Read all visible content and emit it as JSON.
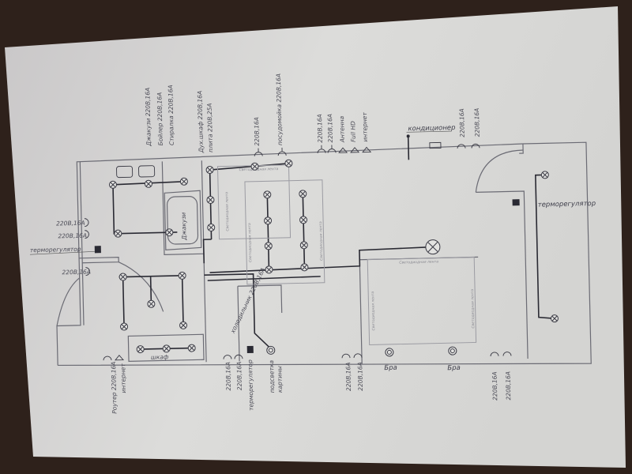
{
  "plan": {
    "top_labels": [
      "Джакузи 220В,16А",
      "Бойлер 220В,16А",
      "Стиралка 220В,16А",
      "Дух.шкаф 220В,16А",
      "плита 220В,25А",
      "220В,16А",
      "посудомойка 220В,16А",
      "220В,16А",
      "220В,16А",
      "Антенна",
      "Full HD",
      "интернет",
      "220В,16А",
      "220В,16А"
    ],
    "conditioner": "кондиционер",
    "right_thermo": "терморегулятор",
    "left_labels": [
      "220В,16А",
      "220В,16А",
      "терморегулятор",
      "220В,16А"
    ],
    "bottom_labels": [
      "Роутер 220В,16А",
      "интернет",
      "220В,16А",
      "220В,16А",
      "терморегулятор",
      "подсветка",
      "картины",
      "220В,16А",
      "220В,16А",
      "Бра",
      "Бра",
      "220В,16А",
      "220В,16А"
    ],
    "bath": "Джакузи",
    "wardrobe": "шкаф",
    "fridge": "холодильник 220В,16А",
    "led_tape": "Светодиодная лента"
  },
  "colors": {
    "background": "#2e211b",
    "paper": "#d9d9d7",
    "wire": "#2a2a33"
  }
}
